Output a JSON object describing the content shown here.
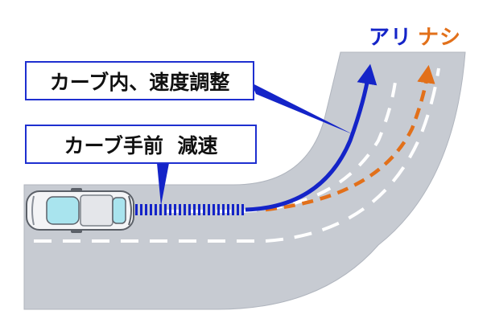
{
  "legend": {
    "with_label": "アリ",
    "without_label": "ナシ"
  },
  "callouts": {
    "inside_curve": "カーブ内、速度調整",
    "before_curve": "カーブ手前  減速"
  },
  "colors": {
    "road": "#c7cbd2",
    "road_edge": "#a9aeb7",
    "lane_line": "#ffffff",
    "with_path": "#1424c8",
    "without_path": "#e2701a",
    "callout_border": "#1e2fd0"
  },
  "icons": {
    "vehicle": "car-icon"
  }
}
